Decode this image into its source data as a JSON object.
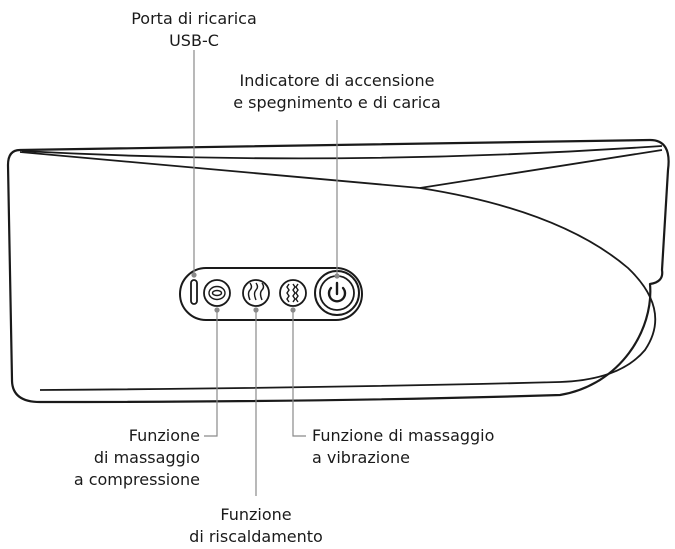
{
  "labels": {
    "usb_port": [
      "Porta di ricarica",
      "USB-C"
    ],
    "power_indicator": [
      "Indicatore di accensione",
      "e spegnimento e di carica"
    ],
    "compression_massage": [
      "Funzione",
      "di massaggio",
      "a compressione"
    ],
    "heating": [
      "Funzione",
      "di riscaldamento"
    ],
    "vibration_massage": [
      "Funzione di massaggio",
      "a vibrazione"
    ]
  },
  "icons": {
    "usb_port": "usb-c-port-icon",
    "compression": "compression-massage-icon",
    "heating": "heating-icon",
    "vibration": "vibration-icon",
    "power": "power-icon"
  },
  "colors": {
    "line": "#1a1a1a",
    "leader": "#8a8a8a"
  }
}
